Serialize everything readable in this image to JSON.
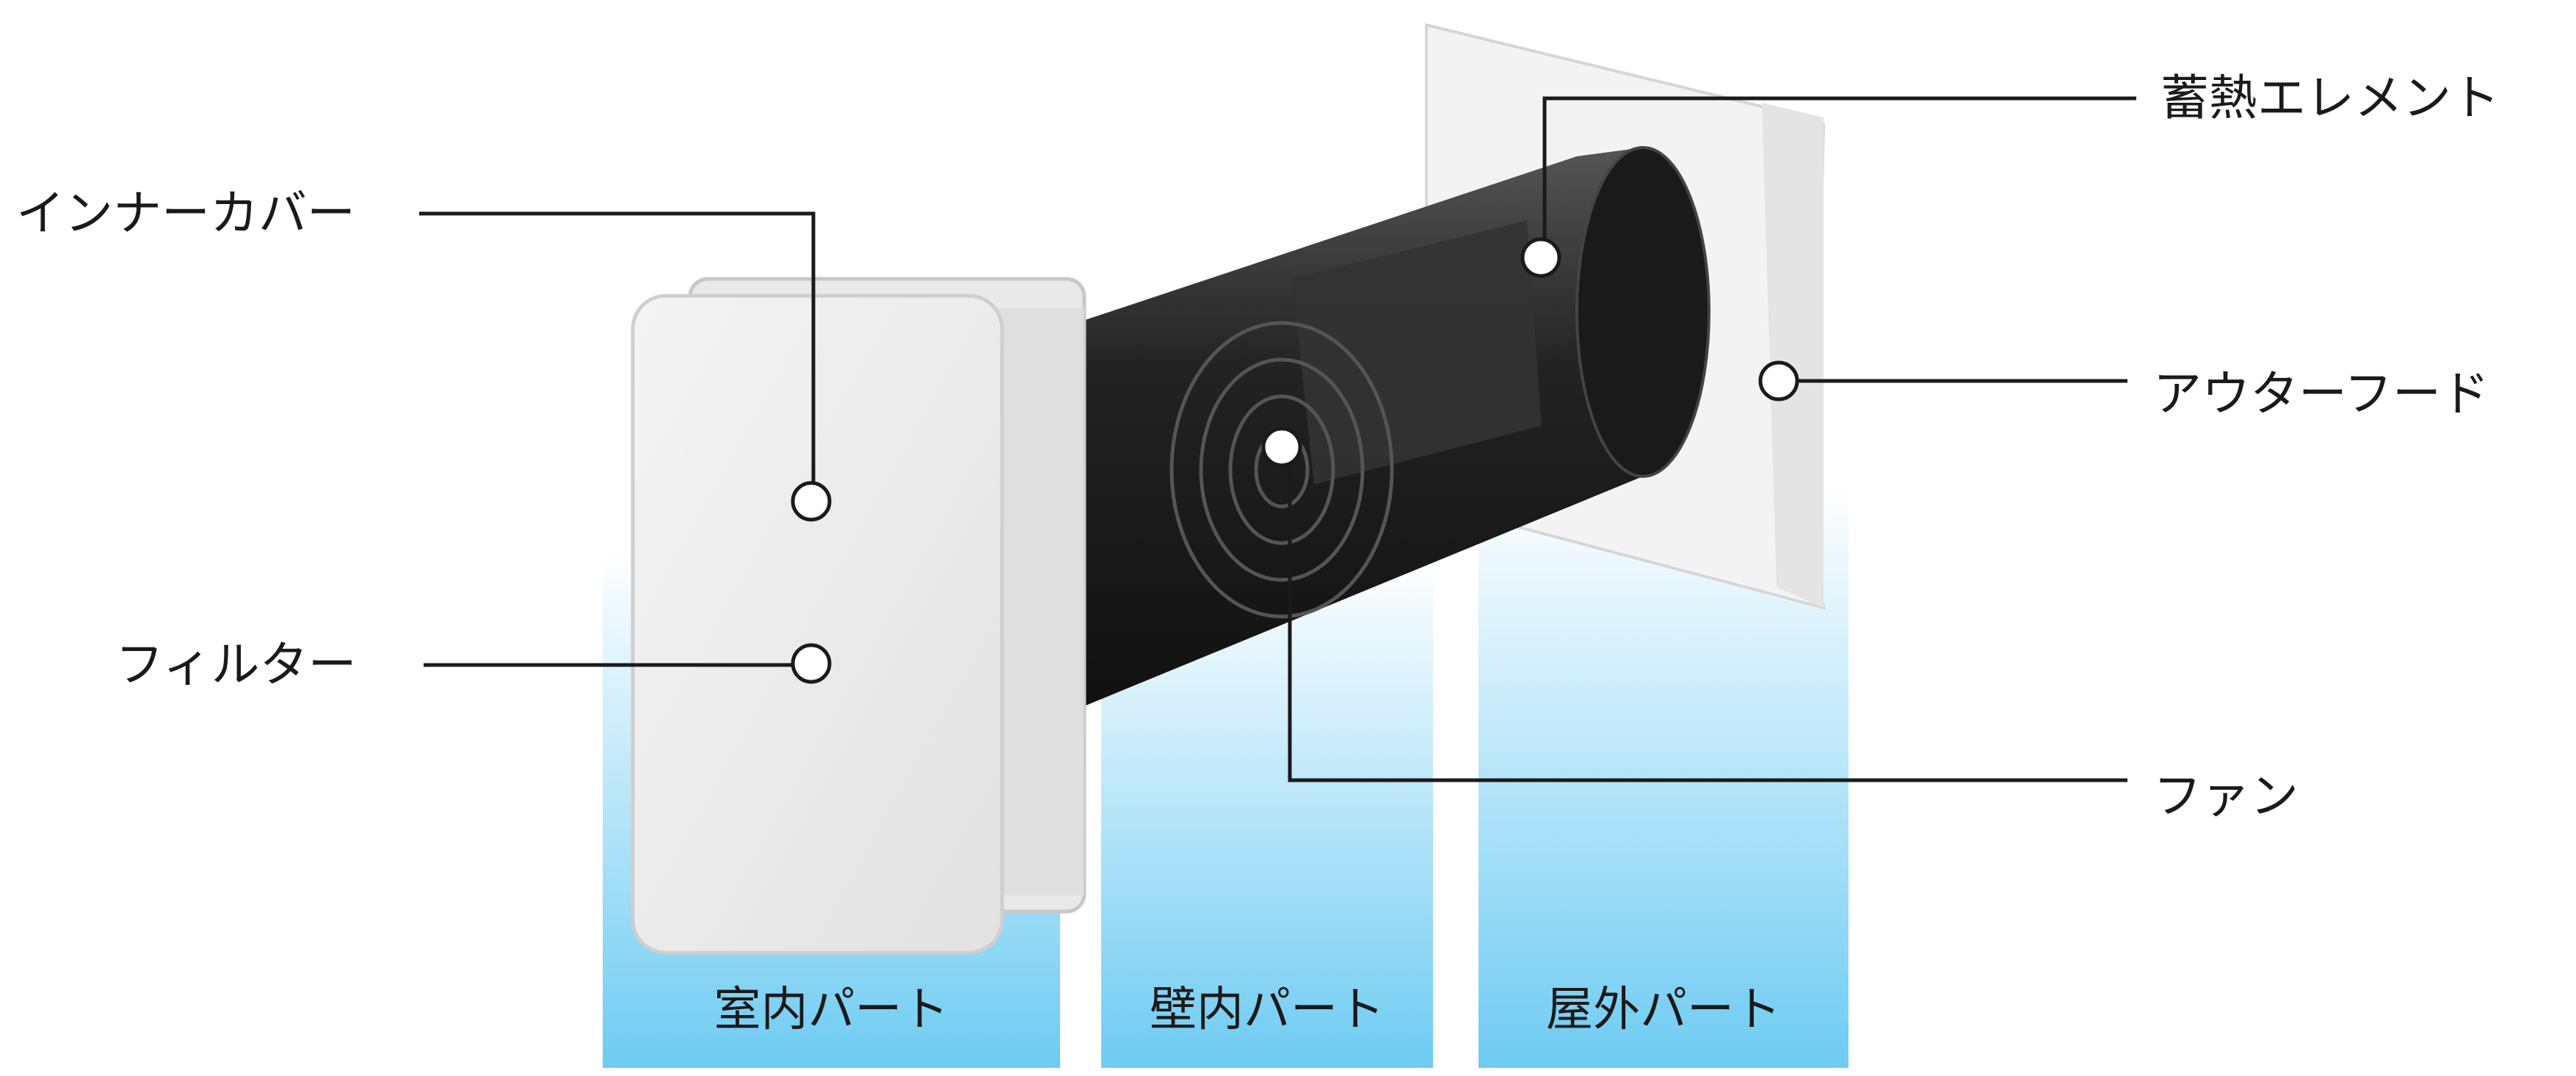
{
  "callouts": {
    "inner_cover": "インナーカバー",
    "filter": "フィルター",
    "heat_storage_element": "蓄熱エレメント",
    "outer_hood": "アウターフード",
    "fan": "ファン"
  },
  "zones": {
    "indoor": "室内パート",
    "in_wall": "壁内パート",
    "outdoor": "屋外パート"
  },
  "colors": {
    "zone_top": "#ffffff",
    "zone_bottom": "#6ecbf2",
    "line": "#1a1a1a"
  }
}
